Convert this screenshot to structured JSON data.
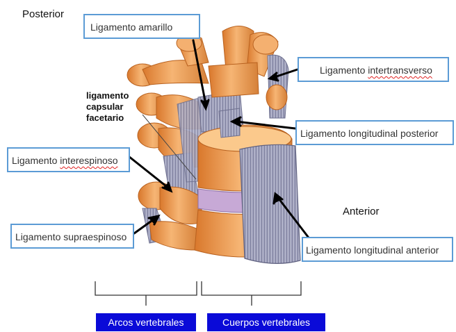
{
  "orientation": {
    "posterior": "Posterior",
    "anterior": "Anterior"
  },
  "labels": {
    "ligamento_amarillo": "Ligamento amarillo",
    "intertransverso_prefix": "Ligamento ",
    "intertransverso_word": "intertransverso",
    "long_posterior": "Ligamento longitudinal  posterior",
    "interespinoso_prefix": "Ligamento ",
    "interespinoso_word": "interespinoso",
    "supraespinoso": "Ligamento supraespinoso",
    "long_anterior": "Ligamento longitudinal  anterior",
    "capsular_line1": "ligamento",
    "capsular_line2": "capsular",
    "capsular_line3": "facetario"
  },
  "groups": {
    "arcos": "Arcos vertebrales",
    "cuerpos": "Cuerpos vertebrales"
  },
  "colors": {
    "bone": "#f0a460",
    "bone_dark": "#d97a2e",
    "bone_light": "#fcd3a0",
    "ligament": "#9a9cb8",
    "ligament_light": "#c9cadb",
    "box_border": "#5b9bd5",
    "group_bar": "#0a0ad8"
  }
}
